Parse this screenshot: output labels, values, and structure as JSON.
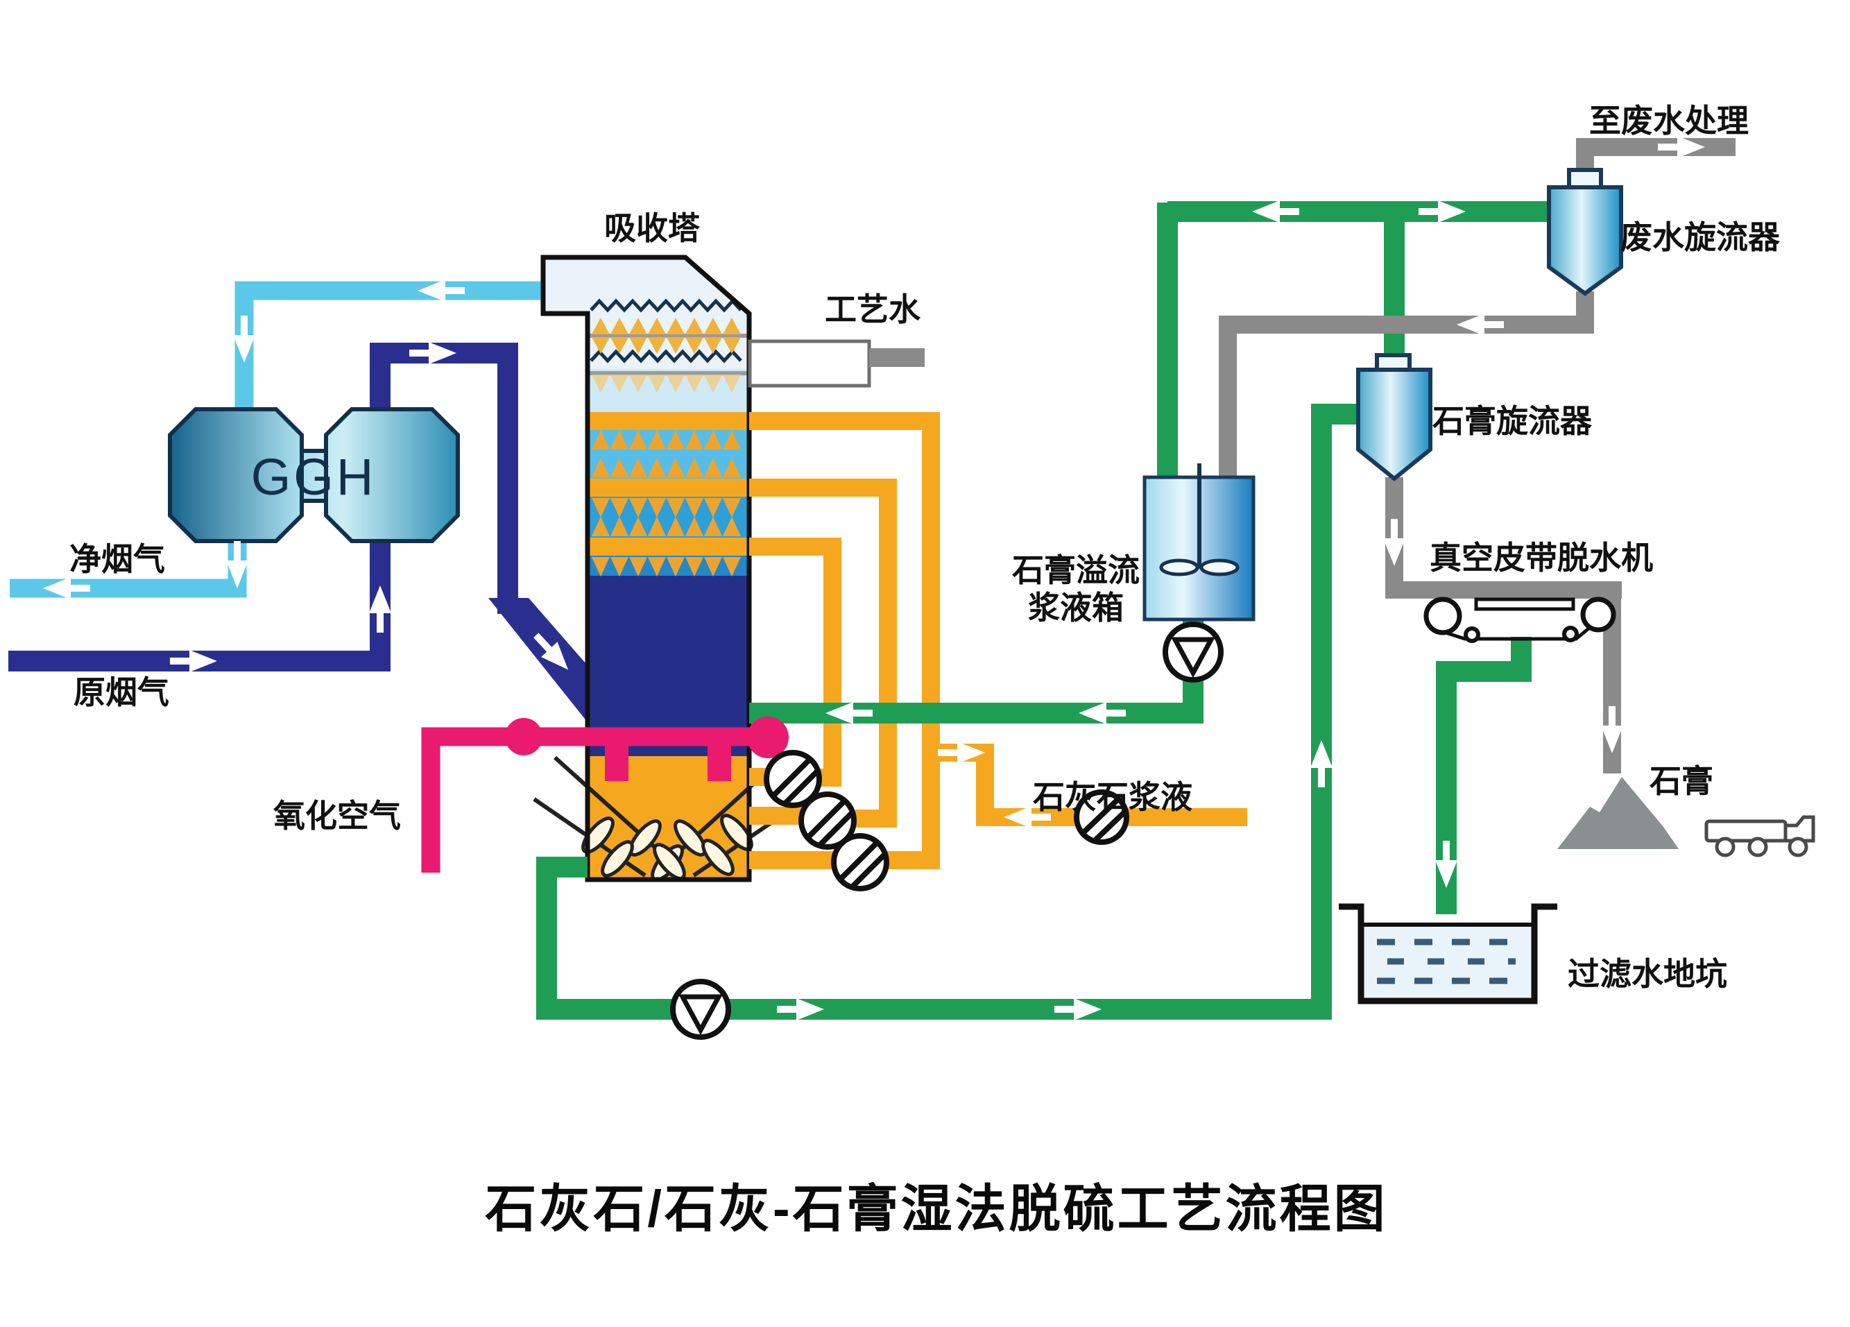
{
  "title": "石灰石/石灰-石膏湿法脱硫工艺流程图",
  "equipment": {
    "absorber": "吸收塔",
    "ggh": "GGH",
    "process_water": "工艺水",
    "gypsum_overflow_tank_line1": "石膏溢流",
    "gypsum_overflow_tank_line2": "浆液箱",
    "wastewater_cyclone": "废水旋流器",
    "gypsum_cyclone": "石膏旋流器",
    "vacuum_belt_dewaterer": "真空皮带脱水机",
    "gypsum_pile": "石膏",
    "filtered_water_pit": "过滤水地坑"
  },
  "streams": {
    "clean_flue_gas": "净烟气",
    "raw_flue_gas": "原烟气",
    "oxidation_air": "氧化空气",
    "limestone_slurry": "石灰石浆液",
    "to_wastewater_treatment": "至废水处理"
  },
  "colors": {
    "clean_gas_blue": "#5bc8ea",
    "raw_gas_navy": "#2a2f8f",
    "slurry_green": "#1f9d55",
    "limestone_orange": "#f5a81f",
    "oxidation_air_pink": "#ea1a6e",
    "water_gray": "#8a8a8a",
    "tower_navy_zone": "#262f88",
    "tower_orange_pool": "#f5a81f"
  }
}
